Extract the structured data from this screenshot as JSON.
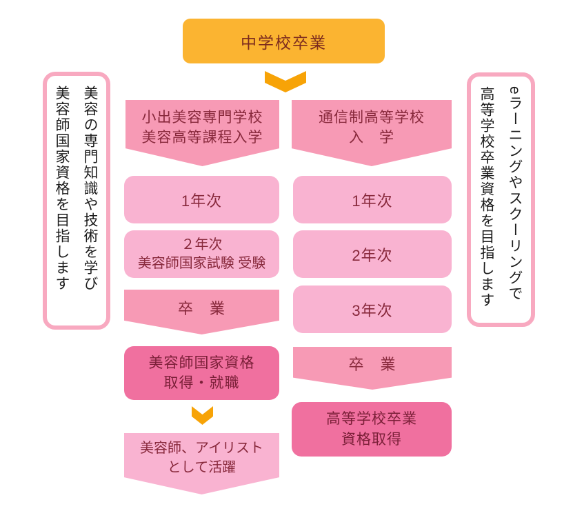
{
  "colors": {
    "background": "#ffffff",
    "start_box_orange": "#fbb431",
    "arrow_orange": "#f7a307",
    "banner_pink": "#f79ab5",
    "light_pink": "#f9b3d1",
    "dark_pink": "#f0709f",
    "note_border_pink": "#f8a9c0",
    "text_maroon": "#88293c",
    "note_text": "#1c1c1c"
  },
  "start_box": {
    "label": "中学校卒業"
  },
  "left_note": {
    "line1": "美容の専門知識や技術を学び",
    "line2": "美容師国家資格を目指します"
  },
  "right_note": {
    "line1": "eラーニングやスクーリングで",
    "line2": "高等学校卒業資格を目指します"
  },
  "left_track": {
    "entry_line1": "小出美容専門学校",
    "entry_line2": "美容高等課程入学",
    "year1": "1年次",
    "year2_line1": "２年次",
    "year2_line2": "美容師国家試験 受験",
    "graduation": "卒　業",
    "license_line1": "美容師国家資格",
    "license_line2": "取得・就職",
    "career_line1": "美容師、アイリスト",
    "career_line2": "として活躍"
  },
  "right_track": {
    "entry_line1": "通信制高等学校",
    "entry_line2": "入　学",
    "year1": "1年次",
    "year2": "2年次",
    "year3": "3年次",
    "graduation": "卒　業",
    "diploma_line1": "高等学校卒業",
    "diploma_line2": "資格取得"
  }
}
